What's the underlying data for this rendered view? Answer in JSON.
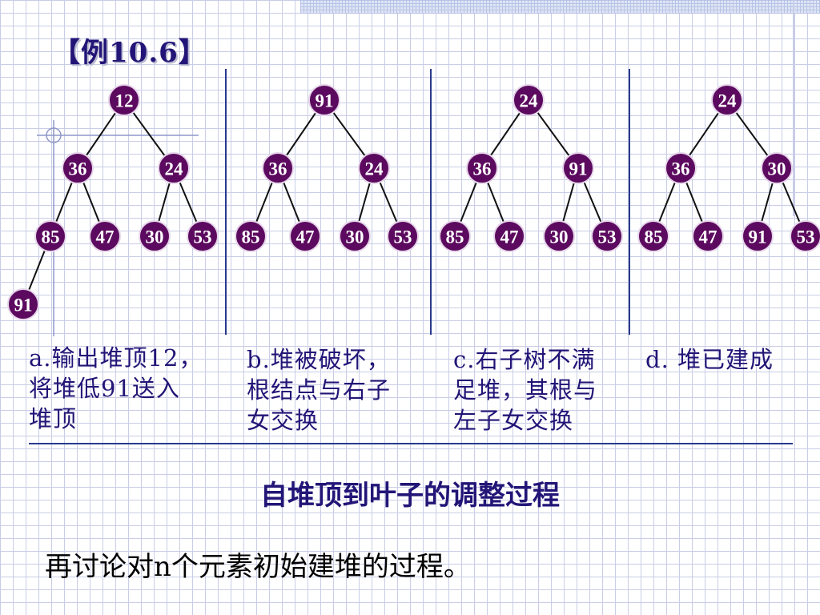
{
  "title": "【例10.6】",
  "trees": [
    {
      "id": "a",
      "nodes": [
        "12",
        "36",
        "24",
        "85",
        "47",
        "30",
        "53",
        "91"
      ]
    },
    {
      "id": "b",
      "nodes": [
        "91",
        "36",
        "24",
        "85",
        "47",
        "30",
        "53"
      ]
    },
    {
      "id": "c",
      "nodes": [
        "24",
        "36",
        "91",
        "85",
        "47",
        "30",
        "53"
      ]
    },
    {
      "id": "d",
      "nodes": [
        "24",
        "36",
        "30",
        "85",
        "47",
        "91",
        "53"
      ]
    }
  ],
  "captions": [
    [
      "a.输出堆顶12，",
      "将堆低91送入",
      "堆顶"
    ],
    [
      "b.堆被破坏，",
      "根结点与右子",
      "女交换"
    ],
    [
      "c.右子树不满",
      "足堆，其根与",
      "左子女交换"
    ],
    [
      "d. 堆已建成"
    ]
  ],
  "process_title": "自堆顶到叶子的调整过程",
  "footer": "再讨论对n个元素初始建堆的过程。",
  "colors": {
    "node_fill": "#5c0a5f",
    "title": "#221577",
    "divider": "#283a8c"
  }
}
